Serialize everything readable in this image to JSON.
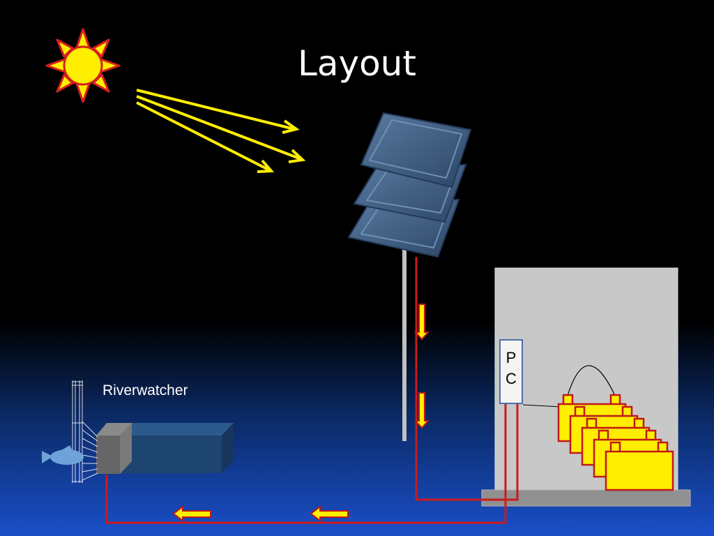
{
  "title": "Layout",
  "labels": {
    "riverwatcher": "Riverwatcher",
    "pc_line1": "P",
    "pc_line2": "C"
  },
  "colors": {
    "background_top": "#000000",
    "background_bottom": "#1a4fc9",
    "sun": "#ffee00",
    "sun_outline": "#d42020",
    "cable": "#cc1a1a",
    "arrow_fill": "#ffee00",
    "panel": "#3c5a80",
    "building": "#c8c8c8",
    "battery": "#ffee00"
  },
  "icons": [
    "sun-icon",
    "fish-icon"
  ]
}
